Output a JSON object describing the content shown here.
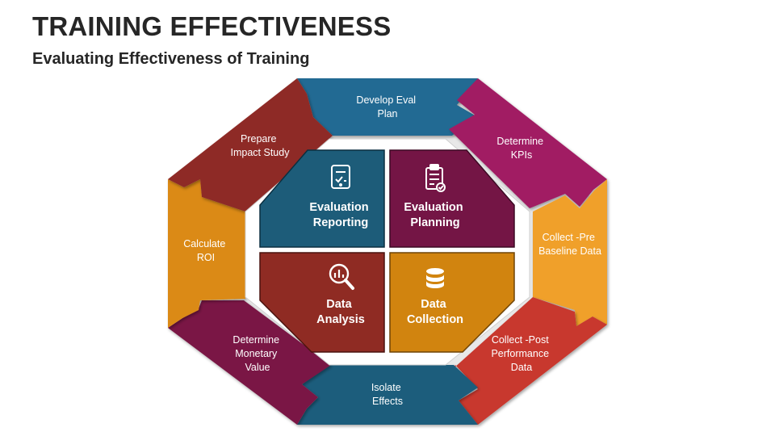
{
  "title": "TRAINING EFFECTIVENESS",
  "subtitle": "Evaluating Effectiveness of Training",
  "outer_ring": [
    {
      "id": "develop-eval-plan",
      "lines": [
        "Develop Eval",
        "Plan"
      ],
      "color": "#226b93"
    },
    {
      "id": "determine-kpis",
      "lines": [
        "Determine",
        "KPIs"
      ],
      "color": "#a11d63"
    },
    {
      "id": "collect-pre-baseline-data",
      "lines": [
        "Collect -Pre",
        "Baseline Data"
      ],
      "color": "#f0a02c"
    },
    {
      "id": "collect-post-performance-data",
      "lines": [
        "Collect -Post",
        "Performance",
        "Data"
      ],
      "color": "#c8382f"
    },
    {
      "id": "isolate-effects",
      "lines": [
        "Isolate",
        "Effects"
      ],
      "color": "#1e5d7c"
    },
    {
      "id": "determine-monetary-value",
      "lines": [
        "Determine",
        "Monetary",
        "Value"
      ],
      "color": "#7a1744"
    },
    {
      "id": "calculate-roi",
      "lines": [
        "Calculate",
        "ROI"
      ],
      "color": "#db8a18"
    },
    {
      "id": "prepare-impact-study",
      "lines": [
        "Prepare",
        "Impact Study"
      ],
      "color": "#8e2b25"
    }
  ],
  "inner_quadrants": [
    {
      "id": "evaluation-reporting",
      "lines": [
        "Evaluation",
        "Reporting"
      ],
      "icon": "tablet-checklist-icon",
      "color": "#1d5c79"
    },
    {
      "id": "evaluation-planning",
      "lines": [
        "Evaluation",
        "Planning"
      ],
      "icon": "clipboard-checklist-icon",
      "color": "#741545"
    },
    {
      "id": "data-analysis",
      "lines": [
        "Data",
        "Analysis"
      ],
      "icon": "magnifier-chart-icon",
      "color": "#8f2b23"
    },
    {
      "id": "data-collection",
      "lines": [
        "Data",
        "Collection"
      ],
      "icon": "database-icon",
      "color": "#d1840f"
    }
  ]
}
